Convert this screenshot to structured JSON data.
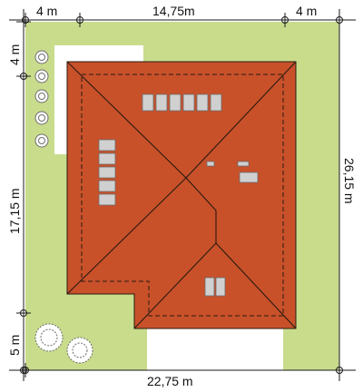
{
  "dimensions": {
    "top_left": "4 m",
    "top_middle": "14,75m",
    "top_right": "4 m",
    "left_top": "4 m",
    "left_middle": "17,15 m",
    "left_bottom": "5 m",
    "right": "26,15 m",
    "bottom": "22,75 m"
  },
  "colors": {
    "plot": "#c8dc8c",
    "roof": "#c8512a",
    "paving": "#ffffff",
    "window": "#d0d0d0",
    "lines": "#1a1a1a"
  },
  "icons": {
    "trees": "shrub-icon",
    "skylight": "roof-window-icon"
  }
}
